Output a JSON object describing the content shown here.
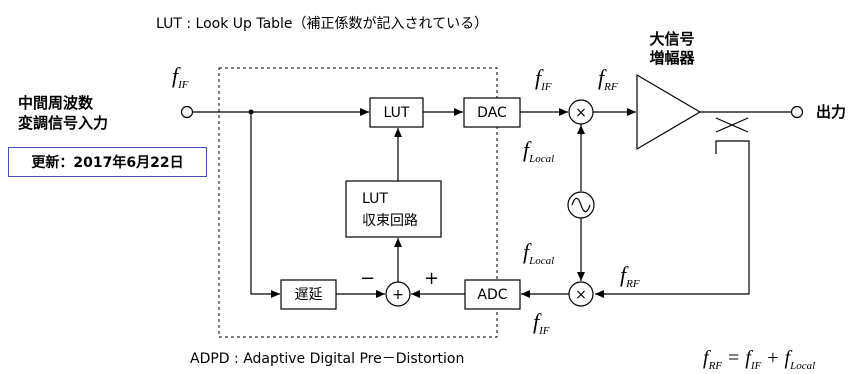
{
  "lut_note": "LUT : Look Up Table（補正係数が記入されている）",
  "adpd_note": "ADPD : Adaptive Digital Pre－Distortion",
  "input_label_line1": "中間周波数",
  "input_label_line2": "変調信号入力",
  "date_label": "更新：2017年6月22日",
  "output_label": "出力",
  "amp_label_line1": "大信号",
  "amp_label_line2": "増幅器",
  "blocks": {
    "lut": "LUT",
    "dac": "DAC",
    "adc": "ADC",
    "delay": "遅延",
    "converge_line1": "LUT",
    "converge_line2": "収束回路"
  },
  "symbols": {
    "multiply": "×",
    "plus": "+",
    "minus": "−",
    "f": "f",
    "IF": "IF",
    "RF": "RF",
    "Local": "Local"
  },
  "equation": {
    "lhs_sub": "RF",
    "t1_sub": "IF",
    "t2_sub": "Local",
    "eq": "=",
    "plus": "+"
  }
}
